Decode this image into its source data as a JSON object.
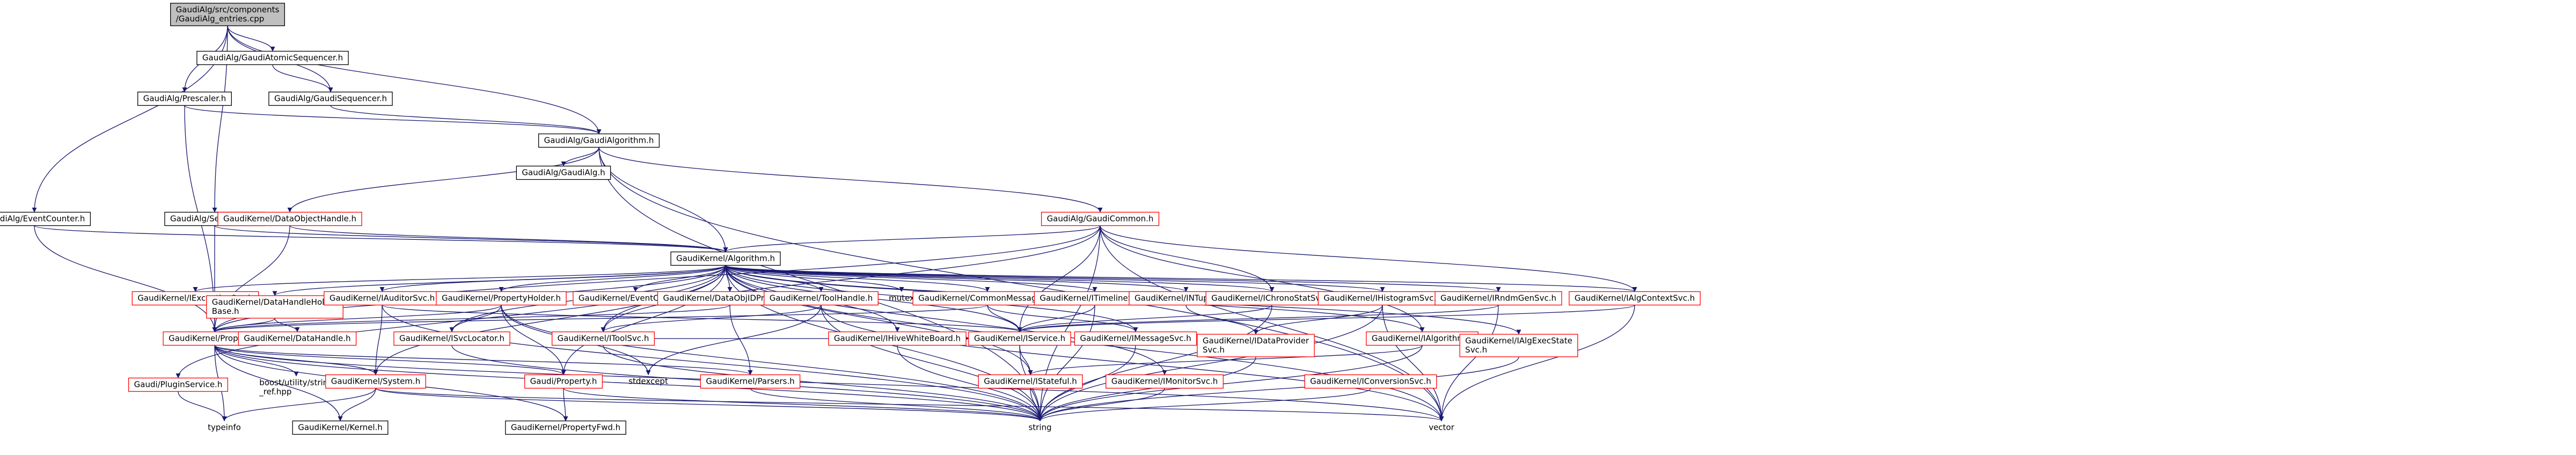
{
  "diagram": {
    "nodes": [
      {
        "id": "root",
        "label": [
          "GaudiAlg/src/components",
          "/GaudiAlg_entries.cpp"
        ],
        "style": "root"
      },
      {
        "id": "gaas",
        "label": [
          "GaudiAlg/GaudiAtomicSequencer.h"
        ],
        "style": "normal"
      },
      {
        "id": "presc",
        "label": [
          "GaudiAlg/Prescaler.h"
        ],
        "style": "normal"
      },
      {
        "id": "gseq",
        "label": [
          "GaudiAlg/GaudiSequencer.h"
        ],
        "style": "normal"
      },
      {
        "id": "galg",
        "label": [
          "GaudiAlg/GaudiAlgorithm.h"
        ],
        "style": "normal"
      },
      {
        "id": "evc",
        "label": [
          "GaudiAlg/EventCounter.h"
        ],
        "style": "normal"
      },
      {
        "id": "seq",
        "label": [
          "GaudiAlg/Sequencer.h"
        ],
        "style": "normal"
      },
      {
        "id": "galgh",
        "label": [
          "GaudiAlg/GaudiAlg.h"
        ],
        "style": "normal"
      },
      {
        "id": "gcom",
        "label": [
          "GaudiAlg/GaudiCommon.h"
        ],
        "style": "red"
      },
      {
        "id": "doh",
        "label": [
          "GaudiKernel/DataObjectHandle.h"
        ],
        "style": "red"
      },
      {
        "id": "algo",
        "label": [
          "GaudiKernel/Algorithm.h"
        ],
        "style": "normal"
      },
      {
        "id": "iexc",
        "label": [
          "GaudiKernel/IExceptionSvc.h"
        ],
        "style": "red"
      },
      {
        "id": "dhhb",
        "label": [
          "GaudiKernel/DataHandleHolder",
          "Base.h"
        ],
        "style": "red"
      },
      {
        "id": "iaud",
        "label": [
          "GaudiKernel/IAuditorSvc.h"
        ],
        "style": "red"
      },
      {
        "id": "ph",
        "label": [
          "GaudiKernel/PropertyHolder.h"
        ],
        "style": "red"
      },
      {
        "id": "evctx",
        "label": [
          "GaudiKernel/EventContext.h"
        ],
        "style": "red"
      },
      {
        "id": "dop",
        "label": [
          "GaudiKernel/DataObjIDProperty.h"
        ],
        "style": "red"
      },
      {
        "id": "th",
        "label": [
          "GaudiKernel/ToolHandle.h"
        ],
        "style": "red"
      },
      {
        "id": "mutex",
        "label": [
          "mutex"
        ],
        "style": "none"
      },
      {
        "id": "cm",
        "label": [
          "GaudiKernel/CommonMessaging.h"
        ],
        "style": "red"
      },
      {
        "id": "itl",
        "label": [
          "GaudiKernel/ITimelineSvc.h"
        ],
        "style": "red"
      },
      {
        "id": "intp",
        "label": [
          "GaudiKernel/INTupleSvc.h"
        ],
        "style": "red"
      },
      {
        "id": "ichr",
        "label": [
          "GaudiKernel/IChronoStatSvc.h"
        ],
        "style": "red"
      },
      {
        "id": "ihis",
        "label": [
          "GaudiKernel/IHistogramSvc.h"
        ],
        "style": "red"
      },
      {
        "id": "irnd",
        "label": [
          "GaudiKernel/IRndmGenSvc.h"
        ],
        "style": "red"
      },
      {
        "id": "ialgctx",
        "label": [
          "GaudiKernel/IAlgContextSvc.h"
        ],
        "style": "red"
      },
      {
        "id": "prop",
        "label": [
          "GaudiKernel/Property.h"
        ],
        "style": "red"
      },
      {
        "id": "dh",
        "label": [
          "GaudiKernel/DataHandle.h"
        ],
        "style": "red"
      },
      {
        "id": "isvcl",
        "label": [
          "GaudiKernel/ISvcLocator.h"
        ],
        "style": "red"
      },
      {
        "id": "itool",
        "label": [
          "GaudiKernel/IToolSvc.h"
        ],
        "style": "red"
      },
      {
        "id": "iwb",
        "label": [
          "GaudiKernel/IHiveWhiteBoard.h"
        ],
        "style": "red"
      },
      {
        "id": "isvc",
        "label": [
          "GaudiKernel/IService.h"
        ],
        "style": "red"
      },
      {
        "id": "imsg",
        "label": [
          "GaudiKernel/IMessageSvc.h"
        ],
        "style": "red"
      },
      {
        "id": "idp",
        "label": [
          "GaudiKernel/IDataProvider",
          "Svc.h"
        ],
        "style": "red"
      },
      {
        "id": "ialg",
        "label": [
          "GaudiKernel/IAlgorithm.h"
        ],
        "style": "red"
      },
      {
        "id": "iaes",
        "label": [
          "GaudiKernel/IAlgExecState",
          "Svc.h"
        ],
        "style": "red"
      },
      {
        "id": "plug",
        "label": [
          "Gaudi/PluginService.h"
        ],
        "style": "red"
      },
      {
        "id": "bstr",
        "label": [
          "boost/utility/string",
          "_ref.hpp"
        ],
        "style": "none"
      },
      {
        "id": "sys",
        "label": [
          "GaudiKernel/System.h"
        ],
        "style": "red"
      },
      {
        "id": "gprop",
        "label": [
          "Gaudi/Property.h"
        ],
        "style": "red"
      },
      {
        "id": "stdx",
        "label": [
          "stdexcept"
        ],
        "style": "none"
      },
      {
        "id": "pars",
        "label": [
          "GaudiKernel/Parsers.h"
        ],
        "style": "red"
      },
      {
        "id": "istat",
        "label": [
          "GaudiKernel/IStateful.h"
        ],
        "style": "red"
      },
      {
        "id": "imon",
        "label": [
          "GaudiKernel/IMonitorSvc.h"
        ],
        "style": "red"
      },
      {
        "id": "iconv",
        "label": [
          "GaudiKernel/IConversionSvc.h"
        ],
        "style": "red"
      },
      {
        "id": "typeinfo",
        "label": [
          "typeinfo"
        ],
        "style": "none"
      },
      {
        "id": "kern",
        "label": [
          "GaudiKernel/Kernel.h"
        ],
        "style": "normal"
      },
      {
        "id": "pfwd",
        "label": [
          "GaudiKernel/PropertyFwd.h"
        ],
        "style": "normal"
      },
      {
        "id": "string",
        "label": [
          "string"
        ],
        "style": "none"
      },
      {
        "id": "vector",
        "label": [
          "vector"
        ],
        "style": "none"
      }
    ],
    "edges": [
      [
        "root",
        "gaas"
      ],
      [
        "root",
        "presc"
      ],
      [
        "root",
        "gseq"
      ],
      [
        "root",
        "galg"
      ],
      [
        "root",
        "evc"
      ],
      [
        "root",
        "seq"
      ],
      [
        "gaas",
        "gseq"
      ],
      [
        "gseq",
        "galg"
      ],
      [
        "presc",
        "galg"
      ],
      [
        "presc",
        "prop"
      ],
      [
        "evc",
        "algo"
      ],
      [
        "evc",
        "prop"
      ],
      [
        "seq",
        "algo"
      ],
      [
        "seq",
        "prop"
      ],
      [
        "galg",
        "galgh"
      ],
      [
        "galg",
        "gcom"
      ],
      [
        "galg",
        "algo"
      ],
      [
        "galg",
        "doh"
      ],
      [
        "galg",
        "string"
      ],
      [
        "galg",
        "vector"
      ],
      [
        "gcom",
        "algo"
      ],
      [
        "gcom",
        "ichr"
      ],
      [
        "gcom",
        "ialg"
      ],
      [
        "gcom",
        "ialgctx"
      ],
      [
        "gcom",
        "isvc"
      ],
      [
        "gcom",
        "itool"
      ],
      [
        "gcom",
        "string"
      ],
      [
        "gcom",
        "vector"
      ],
      [
        "gcom",
        "prop"
      ],
      [
        "doh",
        "algo"
      ],
      [
        "doh",
        "prop"
      ],
      [
        "algo",
        "iexc"
      ],
      [
        "algo",
        "dhhb"
      ],
      [
        "algo",
        "iaud"
      ],
      [
        "algo",
        "ph"
      ],
      [
        "algo",
        "evctx"
      ],
      [
        "algo",
        "dop"
      ],
      [
        "algo",
        "th"
      ],
      [
        "algo",
        "mutex"
      ],
      [
        "algo",
        "cm"
      ],
      [
        "algo",
        "itl"
      ],
      [
        "algo",
        "intp"
      ],
      [
        "algo",
        "ichr"
      ],
      [
        "algo",
        "ihis"
      ],
      [
        "algo",
        "irnd"
      ],
      [
        "algo",
        "ialgctx"
      ],
      [
        "algo",
        "iaes"
      ],
      [
        "algo",
        "prop"
      ],
      [
        "algo",
        "isvcl"
      ],
      [
        "algo",
        "itool"
      ],
      [
        "algo",
        "iwb"
      ],
      [
        "algo",
        "isvc"
      ],
      [
        "algo",
        "imsg"
      ],
      [
        "algo",
        "ialg"
      ],
      [
        "algo",
        "plug"
      ],
      [
        "algo",
        "sys"
      ],
      [
        "algo",
        "gprop"
      ],
      [
        "algo",
        "istat"
      ],
      [
        "algo",
        "imon"
      ],
      [
        "algo",
        "string"
      ],
      [
        "algo",
        "vector"
      ],
      [
        "dhhb",
        "dh"
      ],
      [
        "dhhb",
        "prop"
      ],
      [
        "iaud",
        "sys"
      ],
      [
        "iaud",
        "isvc"
      ],
      [
        "iaud",
        "string"
      ],
      [
        "ph",
        "prop"
      ],
      [
        "ph",
        "isvcl"
      ],
      [
        "ph",
        "gprop"
      ],
      [
        "ph",
        "stdx"
      ],
      [
        "ph",
        "string"
      ],
      [
        "dop",
        "pars"
      ],
      [
        "dop",
        "prop"
      ],
      [
        "th",
        "itool"
      ],
      [
        "th",
        "stdx"
      ],
      [
        "th",
        "string"
      ],
      [
        "th",
        "vector"
      ],
      [
        "cm",
        "isvc"
      ],
      [
        "cm",
        "imsg"
      ],
      [
        "cm",
        "prop"
      ],
      [
        "itl",
        "isvc"
      ],
      [
        "itl",
        "string"
      ],
      [
        "intp",
        "idp"
      ],
      [
        "ichr",
        "isvc"
      ],
      [
        "ichr",
        "string"
      ],
      [
        "ihis",
        "idp"
      ],
      [
        "ihis",
        "string"
      ],
      [
        "ihis",
        "vector"
      ],
      [
        "irnd",
        "isvc"
      ],
      [
        "irnd",
        "vector"
      ],
      [
        "ialgctx",
        "isvc"
      ],
      [
        "ialgctx",
        "vector"
      ],
      [
        "iaes",
        "string"
      ],
      [
        "prop",
        "sys"
      ],
      [
        "prop",
        "gprop"
      ],
      [
        "prop",
        "kern"
      ],
      [
        "prop",
        "pfwd"
      ],
      [
        "prop",
        "bstr"
      ],
      [
        "prop",
        "typeinfo"
      ],
      [
        "prop",
        "pars"
      ],
      [
        "prop",
        "string"
      ],
      [
        "prop",
        "vector"
      ],
      [
        "isvcl",
        "string"
      ],
      [
        "itool",
        "isvc"
      ],
      [
        "itool",
        "string"
      ],
      [
        "iwb",
        "string"
      ],
      [
        "isvc",
        "istat"
      ],
      [
        "isvc",
        "string"
      ],
      [
        "imsg",
        "string"
      ],
      [
        "idp",
        "string"
      ],
      [
        "ialg",
        "istat"
      ],
      [
        "ialg",
        "string"
      ],
      [
        "plug",
        "typeinfo"
      ],
      [
        "sys",
        "kern"
      ],
      [
        "sys",
        "typeinfo"
      ],
      [
        "sys",
        "string"
      ],
      [
        "sys",
        "vector"
      ],
      [
        "gprop",
        "pfwd"
      ],
      [
        "gprop",
        "string"
      ],
      [
        "pars",
        "string"
      ],
      [
        "istat",
        "string"
      ],
      [
        "imon",
        "string"
      ],
      [
        "iconv",
        "string"
      ]
    ]
  }
}
